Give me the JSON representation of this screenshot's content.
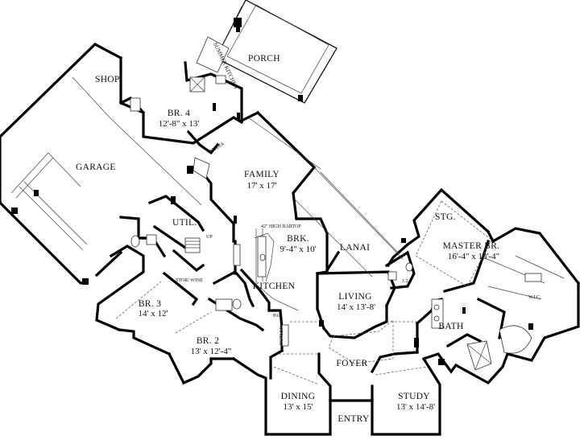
{
  "rooms": {
    "porch": "PORCH",
    "summer_kitchen": "SUMMER KITCHEN",
    "shop": "SHOP",
    "garage": "GARAGE",
    "br4": {
      "name": "BR. 4",
      "size": "12'-8\" x 13'"
    },
    "media": "MEDIA",
    "family": {
      "name": "FAMILY",
      "size": "17' x 17'"
    },
    "util": "UTIL.",
    "up": "UP",
    "bartop": "42\" HIGH BARTOP",
    "brk": {
      "name": "BRK.",
      "size": "9'-4\" x 10'"
    },
    "lanai": "LANAI",
    "stg": "STG.",
    "master": {
      "name": "MASTER BR.",
      "size": "16'-4\" x 18'-4\""
    },
    "stor_wine": "STOR/ WINE",
    "kitchen": "KITCHEN",
    "half_bath": "1/2",
    "wic": "W.I.C.",
    "br3": {
      "name": "BR. 3",
      "size": "14' x 12'"
    },
    "living": {
      "name": "LIVING",
      "size": "14' x 13'-8'"
    },
    "pan": "PAN",
    "butler": "BUTLER",
    "bath": "BATH",
    "br2": {
      "name": "BR. 2",
      "size": "13' x 12'-4\""
    },
    "foyer": "FOYER",
    "dining": {
      "name": "DINING",
      "size": "13' x 15'"
    },
    "study": {
      "name": "STUDY",
      "size": "13' x 14'-8'"
    },
    "entry": "ENTRY"
  }
}
